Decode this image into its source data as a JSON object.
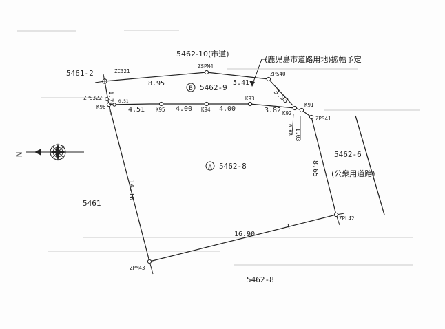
{
  "lots": {
    "main_lot": "5462-8",
    "main_mark": "A",
    "sub_lot": "5462-9",
    "sub_mark": "B",
    "top_road": "5462-10(市道)",
    "left_top": "5461-2",
    "left_mid": "5461",
    "right": "5462-6",
    "right_note": "(公衆用道路)",
    "bottom": "5462-8"
  },
  "notes": {
    "widening": "(鹿児島市道路用地)拡幅予定",
    "north": "N"
  },
  "points": {
    "zc321": "ZC321",
    "zspm4": "ZSPM4",
    "zps40": "ZPS40",
    "zps322": "ZPS322",
    "k96": "K96",
    "k95": "K95",
    "k94": "K94",
    "k93": "K93",
    "k92": "K92",
    "k91": "K91",
    "zps41": "ZPS41",
    "zpl42": "ZPL42",
    "zpm43": "ZPM43"
  },
  "dims": {
    "top1": "8.95",
    "top2": "5.41",
    "diag": "3.93",
    "left_small": "1.70",
    "tiny": "0.51",
    "mid1": "4.51",
    "mid2": "4.00",
    "mid3": "4.00",
    "mid4": "3.82",
    "small_a": "0.68",
    "small_b": "1.03",
    "right": "8.65",
    "left": "14.16",
    "bottom": "16.90"
  }
}
